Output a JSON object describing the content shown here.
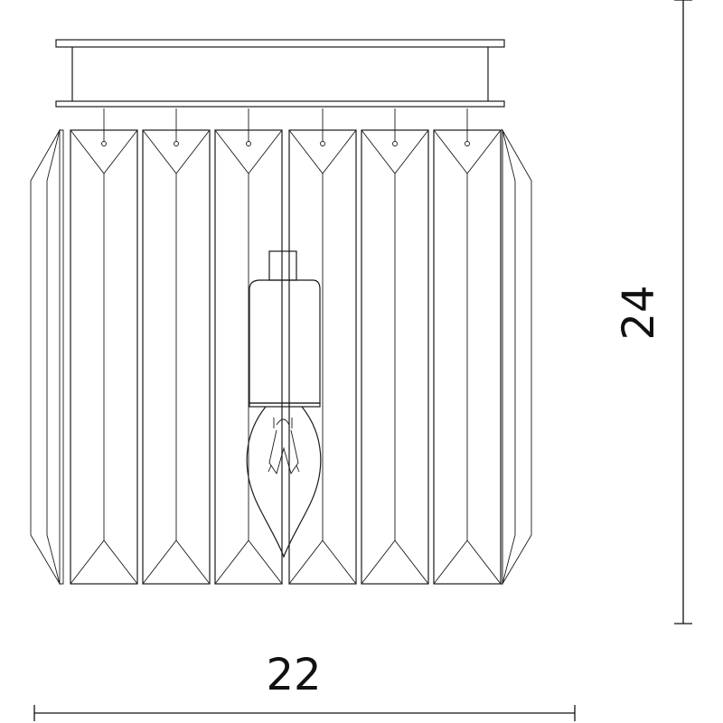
{
  "drawing": {
    "dimensions": {
      "width_label": "22",
      "height_label": "24"
    },
    "crystal_count": 8
  }
}
